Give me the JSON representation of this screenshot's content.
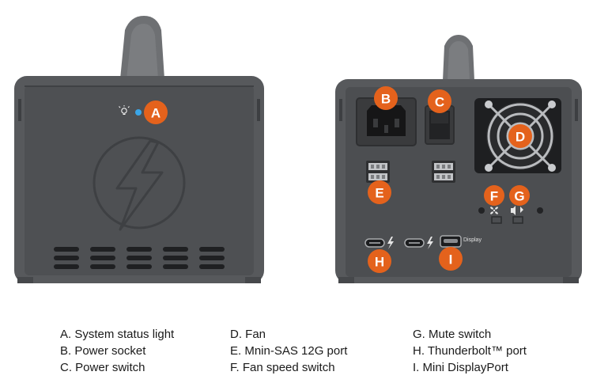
{
  "callouts": {
    "a": "A",
    "b": "B",
    "c": "C",
    "d": "D",
    "e": "E",
    "f": "F",
    "g": "G",
    "h": "H",
    "i": "I"
  },
  "ports": {
    "display_label": "Display"
  },
  "legend": {
    "col1": [
      "A. System status light",
      "B. Power socket",
      "C. Power switch"
    ],
    "col2": [
      "D. Fan",
      "E. Mnin-SAS 12G port",
      "F.  Fan speed switch"
    ],
    "col3": [
      "G. Mute switch",
      "H. Thunderbolt™ port",
      "I.  Mini DisplayPort"
    ]
  },
  "colors": {
    "callout": "#e4621c",
    "chassis": "#57595c",
    "panel": "#4a4c4f",
    "handle": "#6e7073",
    "status_light": "#3aa6e8"
  },
  "icons": {
    "status_light": "lightbulb-icon",
    "thunderbolt_front": "thunderbolt-logo-icon",
    "fan_speed": "fan-icon",
    "mute": "speaker-mute-icon"
  }
}
